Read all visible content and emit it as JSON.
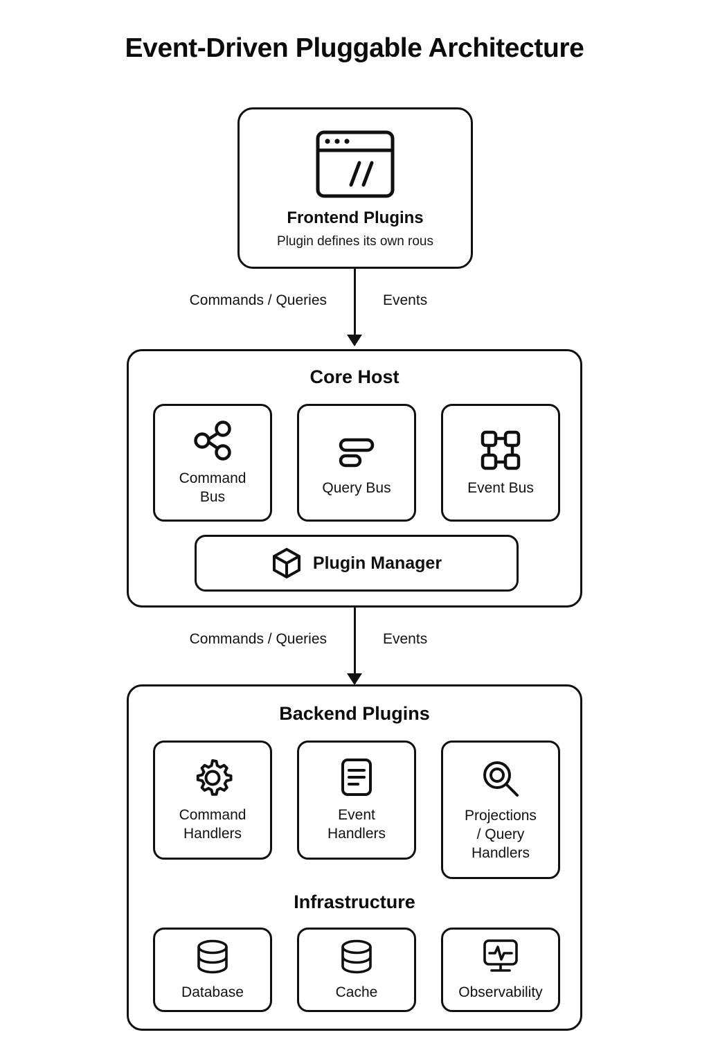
{
  "title": "Event-Driven Pluggable Architecture",
  "colors": {
    "stroke": "#101010",
    "background": "#ffffff",
    "text": "#111111"
  },
  "frontend": {
    "icon": "browser-window-code-icon",
    "title": "Frontend Plugins",
    "subtitle": "Plugin defines its own rous"
  },
  "connector_top": {
    "left_label": "Commands / Queries",
    "right_label": "Events",
    "direction": "down"
  },
  "connector_bottom": {
    "left_label": "Commands / Queries",
    "right_label": "Events",
    "direction": "down"
  },
  "core": {
    "title": "Core Host",
    "cards": [
      {
        "label": "Command\nBus",
        "label_line1": "Command",
        "label_line2": "Bus",
        "icon": "share-network-icon"
      },
      {
        "label": "Query Bus",
        "label_line1": "Query Bus",
        "label_line2": "",
        "icon": "list-bars-icon"
      },
      {
        "label": "Event Bus",
        "label_line1": "Event Bus",
        "label_line2": "",
        "icon": "four-nodes-grid-icon"
      }
    ],
    "plugin_manager": {
      "label": "Plugin Manager",
      "icon": "cube-box-icon"
    }
  },
  "backend": {
    "title": "Backend Plugins",
    "cards": [
      {
        "label_line1": "Command",
        "label_line2": "Handlers",
        "label_line3": "",
        "icon": "gear-icon"
      },
      {
        "label_line1": "Event",
        "label_line2": "Handlers",
        "label_line3": "",
        "icon": "document-lines-icon"
      },
      {
        "label_line1": "Projections",
        "label_line2": "/ Query",
        "label_line3": "Handlers",
        "icon": "magnifier-icon"
      }
    ],
    "infrastructure": {
      "title": "Infrastructure",
      "cards": [
        {
          "label": "Database",
          "icon": "database-cylinder-icon"
        },
        {
          "label": "Cache",
          "icon": "cache-cylinder-icon"
        },
        {
          "label": "Observability",
          "icon": "monitor-pulse-icon"
        }
      ]
    }
  }
}
